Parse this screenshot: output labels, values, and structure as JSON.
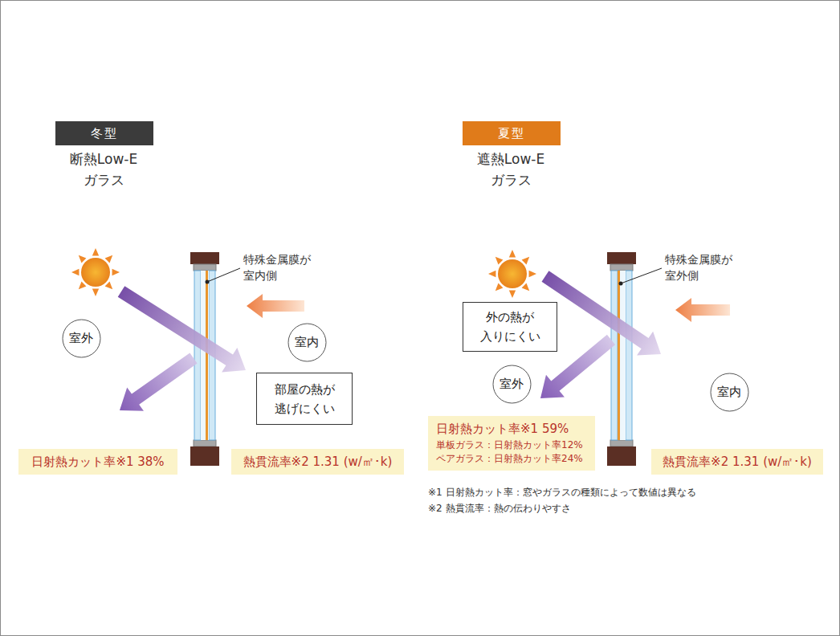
{
  "diagram": {
    "nodes": [
      {
        "text": [
          "冬型"
        ]
      },
      {
        "text": [
          "室外"
        ]
      },
      {
        "text": [
          "室内"
        ]
      },
      {
        "text": [
          "部屋の熱が 逃げにくい"
        ]
      },
      {
        "text": [
          "日射熱カット率※1 38%"
        ]
      },
      {
        "text": [
          "熱貫流率※2 1.31 (w/㎡･k)"
        ]
      },
      {
        "text": [
          "夏型"
        ]
      },
      {
        "text": [
          "外の熱が 入りにくい"
        ]
      },
      {
        "text": [
          "室外"
        ]
      },
      {
        "text": [
          "室内"
        ]
      },
      {
        "text": [
          "日射熱カット率※1 59%",
          "単板ガラス：日射熱カット率12%",
          "ペアガラス：日射熱カット率24%"
        ]
      },
      {
        "text": [
          "熱貫流率※2 1.31 (w/㎡･k)"
        ]
      }
    ],
    "labels": [
      "断熱Low-E ガラス",
      "特殊金属膜が 室内側",
      "遮熱Low-E ガラス",
      "特殊金属膜が 室外側",
      "※1 日射熱カット率：窓やガラスの種類によって数値は異なる",
      "※2 熱貫流率：熱の伝わりやすさ"
    ]
  }
}
